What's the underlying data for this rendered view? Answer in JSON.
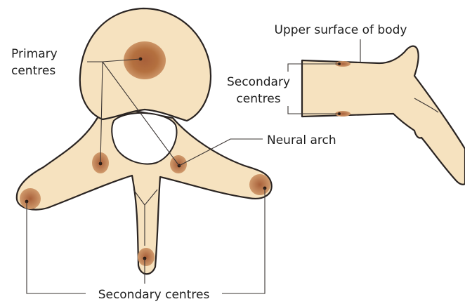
{
  "labels": {
    "primary_centres_line1": "Primary",
    "primary_centres_line2": "centres",
    "neural_arch": "Neural arch",
    "secondary_centres_bottom": "Secondary centres",
    "upper_surface": "Upper surface of body",
    "secondary_centres_side_line1": "Secondary",
    "secondary_centres_side_line2": "centres"
  },
  "colors": {
    "bone_fill": "#f6e2bf",
    "body_shade": "#edcfa3",
    "ossification_centre": "#b4703f",
    "ossification_centre_edge": "#c98c5a",
    "outline": "#2a2422"
  }
}
